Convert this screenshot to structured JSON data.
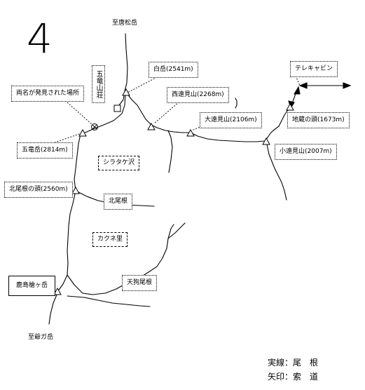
{
  "figure_number": "4",
  "labels": {
    "to_karamatsu": "至唐松岳",
    "goryu_sanso": "五竜山荘",
    "shirodake": "白岳(2541m)",
    "nishi_toomi": "西遠見山(2268m)",
    "daitoomi": "大遠見山(2106m)",
    "jizo_no_kashira": "地蔵の頭(1673m)",
    "kotoomi": "小遠見山(2007m)",
    "telecabin": "テレキャビン",
    "accident_site": "両名が発見された場所",
    "goryudake": "五竜岳(2814m)",
    "shiratake_sawa": "シラタケ沢",
    "kitaone_no_kashira": "北尾根の頭(2560m)",
    "kitaone": "北尾根",
    "kakunezato": "カクネ里",
    "tengu_one": "天狗尾根",
    "kashimayarigatake": "鹿島槍ヶ岳",
    "to_tsumetagatake": "至爺ガ岳"
  },
  "legend": {
    "solid_line": "実線：尾　根",
    "arrow": "矢印：索　道"
  }
}
